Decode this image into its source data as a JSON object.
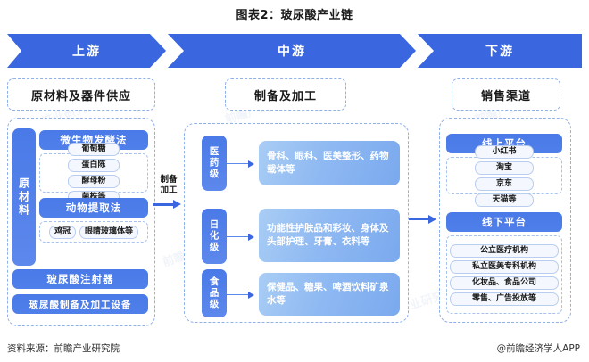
{
  "title": "图表2：玻尿酸产业链",
  "banner": {
    "segments": [
      {
        "label": "上游"
      },
      {
        "label": "中游"
      },
      {
        "label": "下游"
      }
    ]
  },
  "sections": {
    "upstream": {
      "title": "原材料及器件供应",
      "vertical_label": "原材料",
      "groups": [
        {
          "header": "微生物发酵法",
          "tags": [
            "葡萄糖",
            "蛋白陈",
            "酵母粉",
            "菌株等"
          ]
        },
        {
          "header": "动物提取法",
          "tags": [
            "鸡冠",
            "眼睛玻璃体等"
          ]
        }
      ],
      "extra_bars": [
        "玻尿酸注射器",
        "玻尿酸制备及加工设备"
      ]
    },
    "connector": {
      "label_line1": "制备",
      "label_line2": "加工"
    },
    "midstream": {
      "title": "制备及加工",
      "rows": [
        {
          "grade": "医药级",
          "content": "骨科、眼科、医美整形、药物载体等"
        },
        {
          "grade": "日化级",
          "content": "功能性护肤品和彩妆、身体及头部护理、牙膏、衣料等"
        },
        {
          "grade": "食品级",
          "content": "保健品、糖果、啤酒饮料矿泉水等"
        }
      ]
    },
    "downstream": {
      "title": "销售渠道",
      "groups": [
        {
          "header": "线上平台",
          "tags": [
            "小红书",
            "淘宝",
            "京东",
            "天猫等"
          ]
        },
        {
          "header": "线下平台",
          "tags": [
            "公立医疗机构",
            "私立医美专科机构",
            "化妆品、食品公司",
            "零售、广告投放等"
          ]
        }
      ]
    }
  },
  "footer": {
    "source": "资料来源：前瞻产业研究院",
    "attribution": "@前瞻经济学人APP"
  },
  "watermark": "前瞻产业研究院",
  "colors": {
    "brand_blue": "#3a66e0",
    "bar_blue": "#4a7ae8",
    "dashed_border": "#8fb0e8",
    "content_blue": "#8fb9f2"
  }
}
